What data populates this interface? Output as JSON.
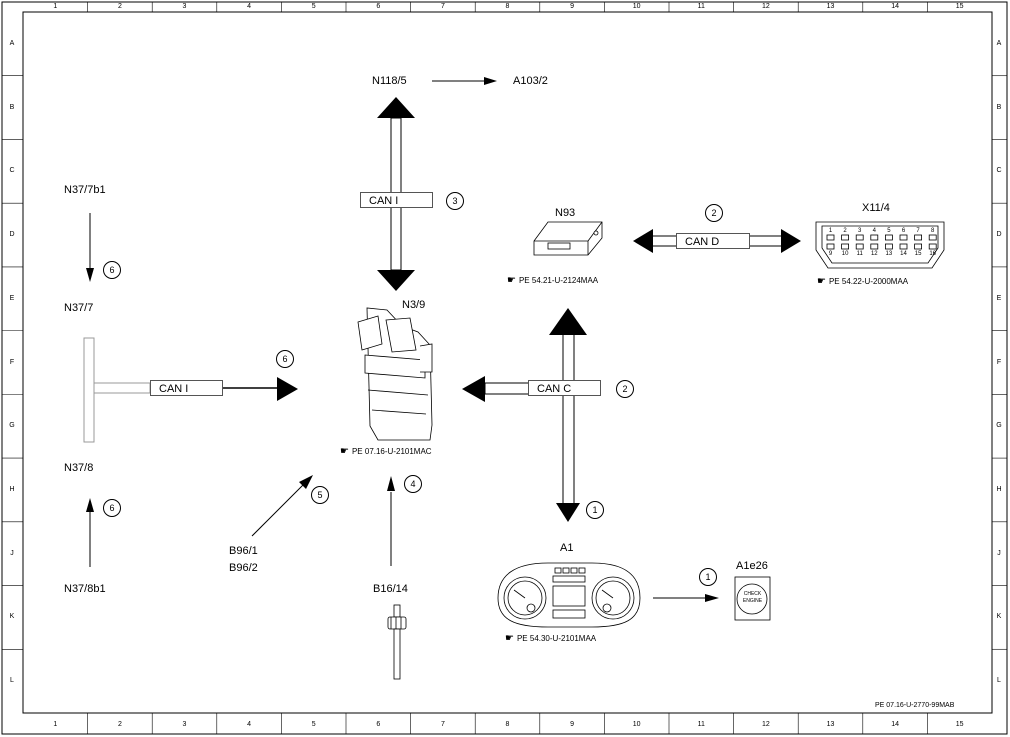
{
  "grid": {
    "columns": [
      "1",
      "2",
      "3",
      "4",
      "5",
      "6",
      "7",
      "8",
      "9",
      "10",
      "11",
      "12",
      "13",
      "14",
      "15"
    ],
    "rows": [
      "A",
      "B",
      "C",
      "D",
      "E",
      "F",
      "G",
      "H",
      "J",
      "K",
      "L"
    ]
  },
  "components": {
    "n118_5": "N118/5",
    "a103_2": "A103/2",
    "n37_7b1": "N37/7b1",
    "n37_7": "N37/7",
    "n37_8": "N37/8",
    "n37_8b1": "N37/8b1",
    "n3_9": "N3/9",
    "n93": "N93",
    "x11_4": "X11/4",
    "a1": "A1",
    "a1e26": "A1e26",
    "b96_1": "B96/1",
    "b96_2": "B96/2",
    "b16_14": "B16/14"
  },
  "buses": {
    "can_i_top": "CAN I",
    "can_i_left": "CAN I",
    "can_c": "CAN C",
    "can_d": "CAN D"
  },
  "markers": {
    "m3": "3",
    "m2_cand": "2",
    "m2_canc": "2",
    "m6_top": "6",
    "m6_mid": "6",
    "m6_bot": "6",
    "m5": "5",
    "m4": "4",
    "m1_a1": "1",
    "m1_a1e26": "1"
  },
  "references": {
    "n93_ref": "PE 54.21-U-2124MAA",
    "x11_4_ref": "PE 54.22-U-2000MAA",
    "n3_9_ref": "PE 07.16-U-2101MAC",
    "a1_ref": "PE 54.30-U-2101MAA"
  },
  "check_engine": {
    "line1": "CHECK",
    "line2": "ENGINE"
  },
  "x11_4_pins_top": [
    "1",
    "2",
    "3",
    "4",
    "5",
    "6",
    "7",
    "8"
  ],
  "x11_4_pins_bottom": [
    "9",
    "10",
    "11",
    "12",
    "13",
    "14",
    "15",
    "16"
  ],
  "document_id": "PE 07.16-U-2770-99MAB"
}
